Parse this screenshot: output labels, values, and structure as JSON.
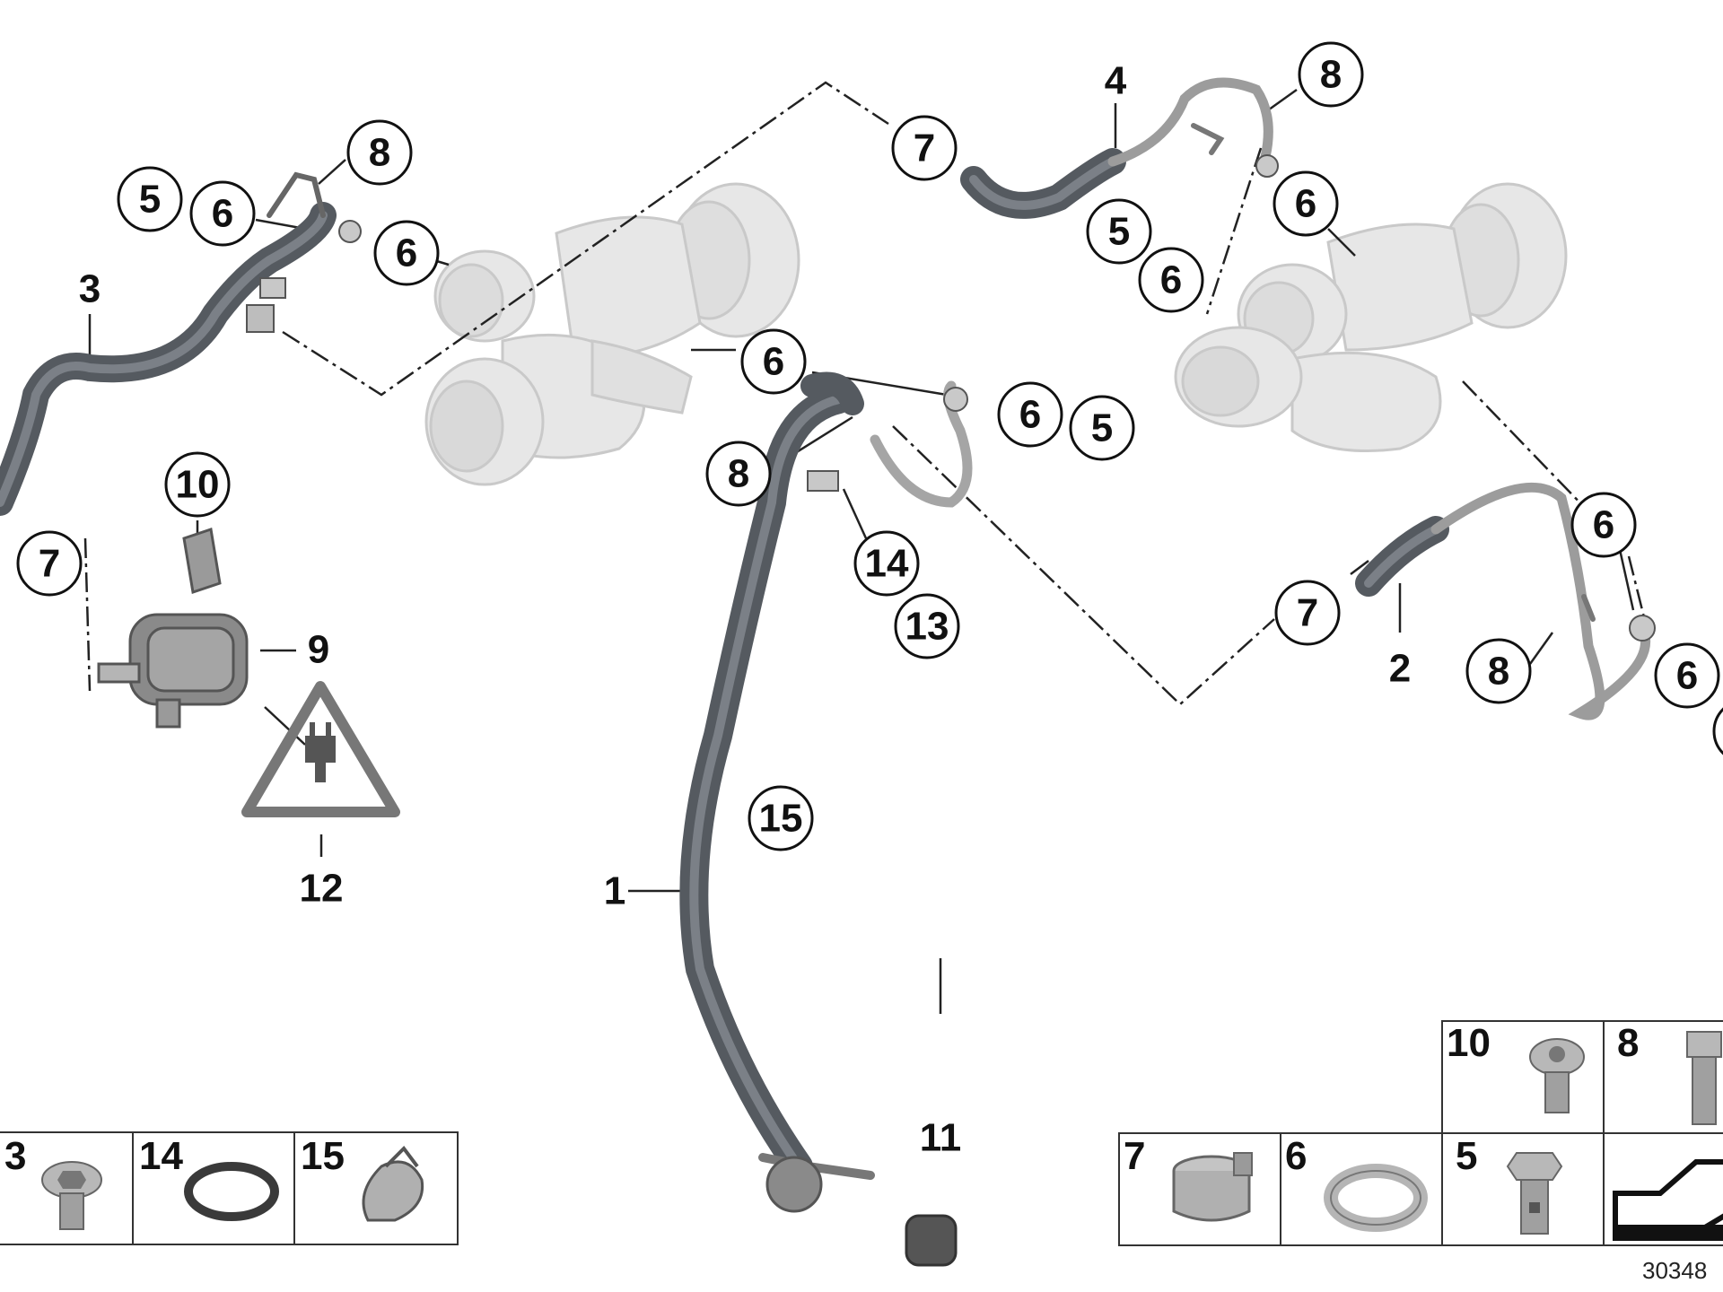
{
  "diagram": {
    "drawing_number": "30348"
  },
  "callouts": {
    "c_8_a": "8",
    "c_5_a": "5",
    "c_6_a": "6",
    "c_6_b": "6",
    "c_3": "3",
    "c_7_a": "7",
    "c_10": "10",
    "c_9": "9",
    "c_12": "12",
    "c_7_b": "7",
    "c_4": "4",
    "c_8_b": "8",
    "c_6_c": "6",
    "c_5_b": "5",
    "c_6_d": "6",
    "c_6_e": "6",
    "c_6_f": "6",
    "c_5_c": "5",
    "c_8_c": "8",
    "c_14": "14",
    "c_13": "13",
    "c_15": "15",
    "c_1": "1",
    "c_11": "11",
    "c_6_g": "6",
    "c_7_c": "7",
    "c_2": "2",
    "c_8_d": "8",
    "c_6_h": "6"
  },
  "parts_table": {
    "left": [
      "3",
      "14",
      "15"
    ],
    "right_top": [
      "10",
      "8"
    ],
    "right_bottom": [
      "7",
      "6",
      "5"
    ]
  }
}
